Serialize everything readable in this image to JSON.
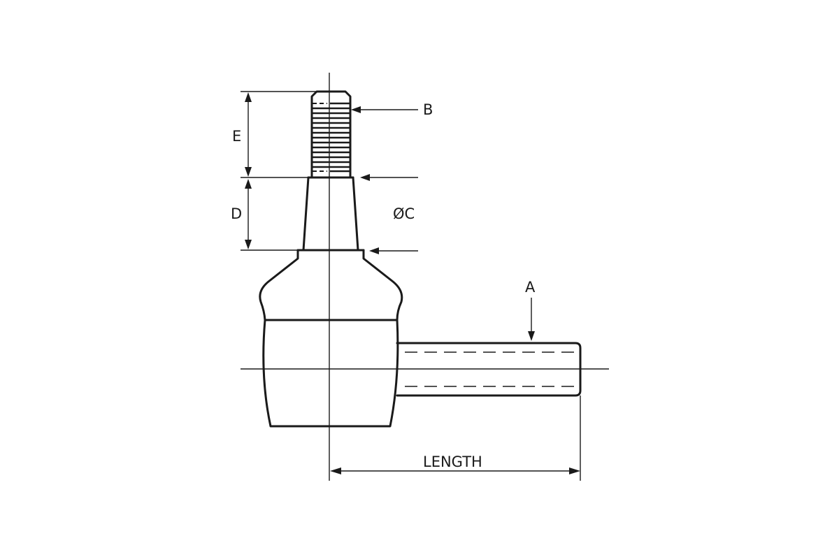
{
  "diagram": {
    "subject": "tie-rod-end-technical-drawing",
    "colors": {
      "line": "#1a1a1a",
      "background": "#ffffff"
    },
    "labels": {
      "a": "A",
      "b": "B",
      "c": "ØC",
      "d": "D",
      "e": "E",
      "length": "LENGTH"
    }
  }
}
